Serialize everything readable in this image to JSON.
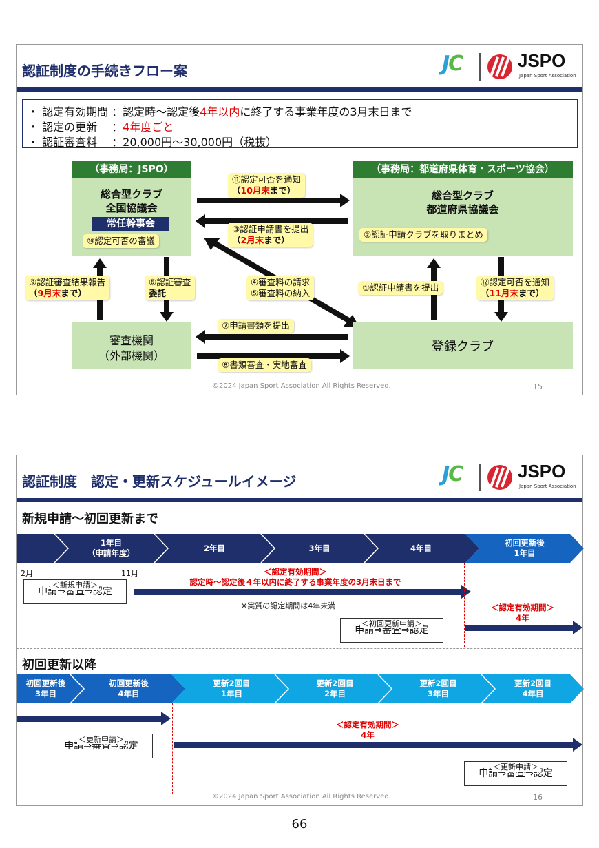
{
  "slide1": {
    "title": "認証制度の手続きフロー案",
    "logo_jc": "JC",
    "logo_jspo": "JSPO",
    "logo_sub": "Japan Sport Association",
    "info": {
      "line1_a": "・ 認定有効期間 ：認定時～認定後",
      "line1_red": "4年以内",
      "line1_b": "に終了する事業年度の3月末日まで",
      "line2_a": "・ 認定の更新　 ：",
      "line2_red": "4年度ごと",
      "line3": "・ 認証審査料　 ：20,000円～30,000円（税抜）"
    },
    "left_header": "（事務局：JSPO）",
    "left_box_line1": "総合型クラブ",
    "left_box_line2": "全国協議会",
    "left_navy": "常任幹事会",
    "note10": "⑩認定可否の審議",
    "right_header": "（事務局：都道府県体育・スポーツ協会）",
    "right_box_line1": "総合型クラブ",
    "right_box_line2": "都道府県協議会",
    "note2": "②認証申請クラブを取りまとめ",
    "note11_a": "⑪認定可否を通知",
    "note11_b1": "（",
    "note11_red": "10月末",
    "note11_b2": "まで）",
    "note3_a": "③認証申請書を提出",
    "note3_b1": "（",
    "note3_red": "2月末",
    "note3_b2": "まで）",
    "note9_a": "⑨認証審査結果報告",
    "note9_b1": "（",
    "note9_red": "9月末",
    "note9_b2": "まで）",
    "note6_a": "⑥認証審査",
    "note6_b": "委託",
    "note45_a": "④審査料の請求",
    "note45_b": "⑤審査料の納入",
    "note1": "①認証申請書を提出",
    "note12_a": "⑫認定可否を通知",
    "note12_b1": "（",
    "note12_red": "11月末",
    "note12_b2": "まで）",
    "exam_line1": "審査機関",
    "exam_line2": "（外部機関）",
    "club": "登録クラブ",
    "note7": "⑦申請書類を提出",
    "note8": "⑧書類審査・実地審査",
    "footer": "©2024 Japan Sport Association All Rights Reserved.",
    "page_no": "15"
  },
  "slide2": {
    "title": "認証制度　認定・更新スケジュールイメージ",
    "logo_jc": "JC",
    "logo_jspo": "JSPO",
    "logo_sub": "Japan Sport Association",
    "section1": "新規申請～初回更新まで",
    "row1": [
      {
        "l1": "1年目",
        "l2": "（申請年度）"
      },
      {
        "l1": "2年目",
        "l2": ""
      },
      {
        "l1": "3年目",
        "l2": ""
      },
      {
        "l1": "4年目",
        "l2": ""
      },
      {
        "l1": "初回更新後",
        "l2": "1年目"
      }
    ],
    "month_feb": "2月",
    "month_nov": "11月",
    "new_app_label": "＜新規申請＞",
    "new_app_flow": "申請⇒審査⇒認定",
    "valid_title": "＜認定有効期間＞",
    "valid_desc": "認定時～認定後４年以内に終了する事業年度の3月末日まで",
    "actual_note": "※実質の認定期間は4年未満",
    "first_renew_label": "＜初回更新申請＞",
    "first_renew_flow": "申請⇒審査⇒認定",
    "valid2_title": "＜認定有効期間＞",
    "valid2_years": "4年",
    "section2": "初回更新以降",
    "row2": [
      {
        "l1": "初回更新後",
        "l2": "3年目"
      },
      {
        "l1": "初回更新後",
        "l2": "4年目"
      },
      {
        "l1": "更新2回目",
        "l2": "1年目"
      },
      {
        "l1": "更新2回目",
        "l2": "2年目"
      },
      {
        "l1": "更新2回目",
        "l2": "3年目"
      },
      {
        "l1": "更新2回目",
        "l2": "4年目"
      }
    ],
    "renew_label": "＜更新申請＞",
    "renew_flow": "申請⇒審査⇒認定",
    "valid3_title": "＜認定有効期間＞",
    "valid3_years": "4年",
    "renew2_label": "＜更新申請＞",
    "renew2_flow": "申請⇒審査⇒認定",
    "footer": "©2024 Japan Sport Association All Rights Reserved.",
    "page_no": "16"
  },
  "page_number": "66",
  "colors": {
    "navy": "#1f2f6b",
    "green_header": "#2e7d32",
    "green_box": "#c8e3b4",
    "yellow_note": "#fff9a8",
    "red": "#e00000",
    "blue_chevron": "#1565c0",
    "light_blue_chevron": "#10a5e3",
    "jspo_red": "#d9252f"
  },
  "icons": [
    "jc-logo-icon",
    "jspo-logo-icon"
  ]
}
